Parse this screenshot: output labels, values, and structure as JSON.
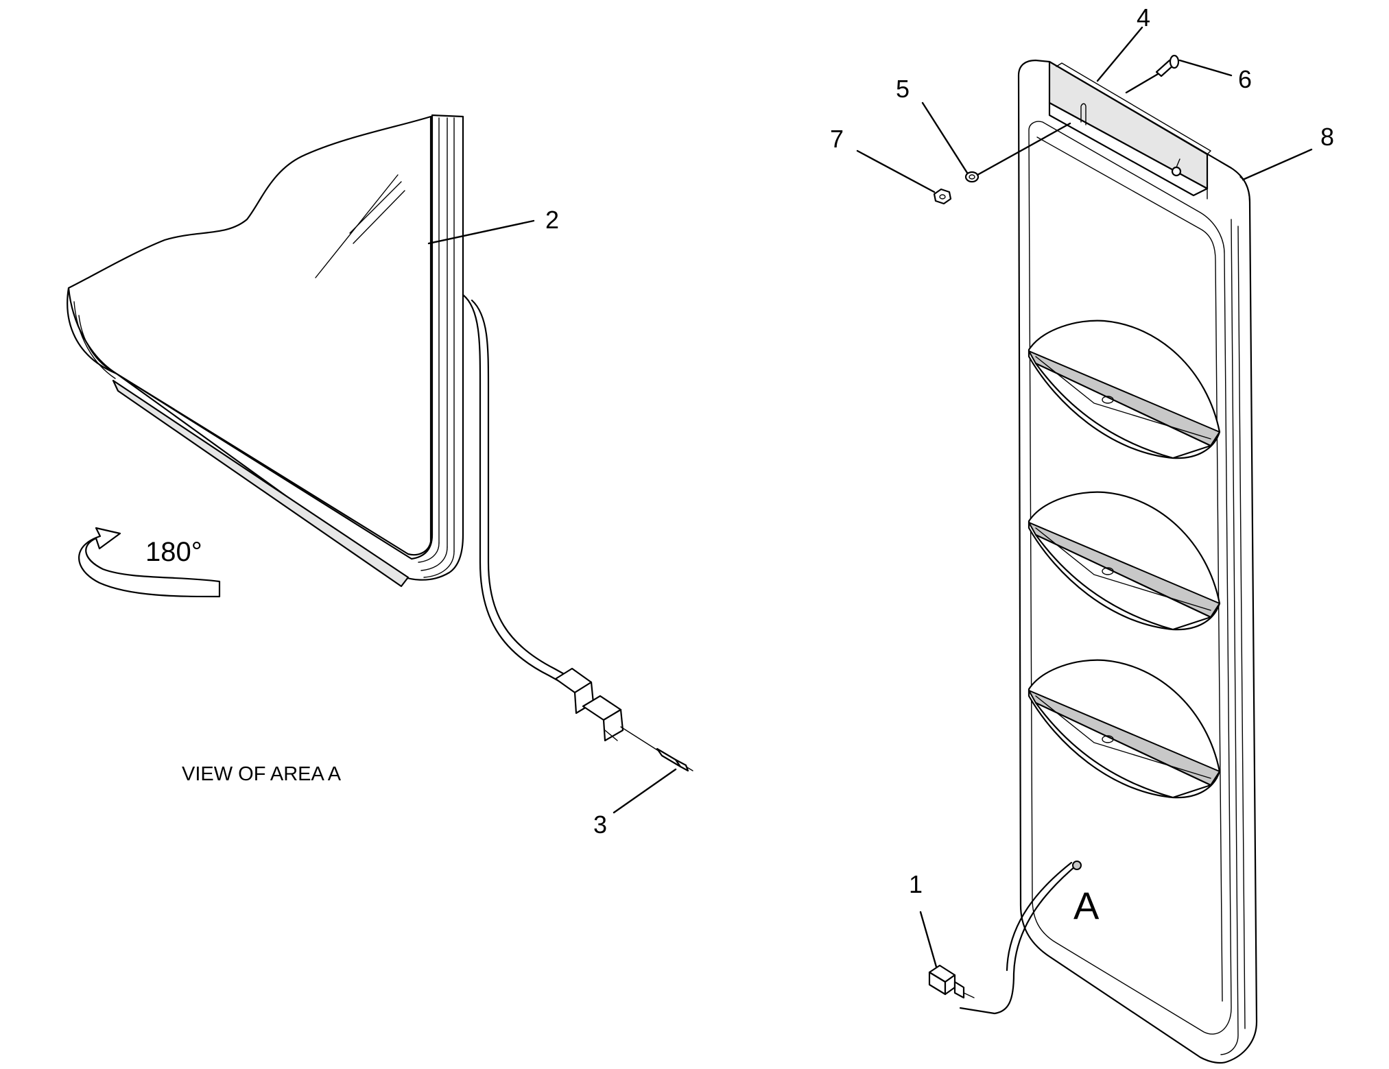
{
  "callouts": [
    {
      "id": "1",
      "text": "1"
    },
    {
      "id": "2",
      "text": "2"
    },
    {
      "id": "3",
      "text": "3"
    },
    {
      "id": "4",
      "text": "4"
    },
    {
      "id": "5",
      "text": "5"
    },
    {
      "id": "6",
      "text": "6"
    },
    {
      "id": "7",
      "text": "7"
    },
    {
      "id": "8",
      "text": "8"
    }
  ],
  "view_caption": "VIEW OF AREA  A",
  "rotation_label": "180°",
  "area_marker": "A",
  "colors": {
    "line": "#000000",
    "background": "#ffffff",
    "shade": "#e6e6e6"
  }
}
